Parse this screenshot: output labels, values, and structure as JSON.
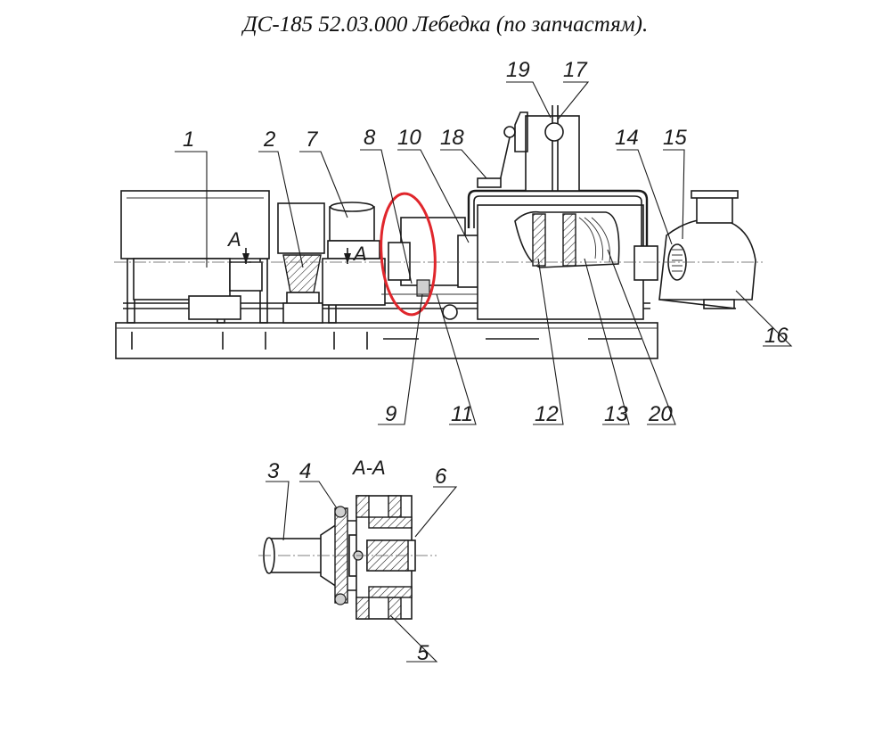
{
  "title": "ДС-185 52.03.000  Лебедка (по запчастям).",
  "section_label": "А-А",
  "section_marks": [
    "А",
    "А"
  ],
  "callouts": [
    "1",
    "2",
    "7",
    "8",
    "10",
    "18",
    "19",
    "17",
    "14",
    "15",
    "16",
    "9",
    "11",
    "12",
    "13",
    "20",
    "3",
    "4",
    "6",
    "5"
  ],
  "highlight_color": "#e0262c"
}
